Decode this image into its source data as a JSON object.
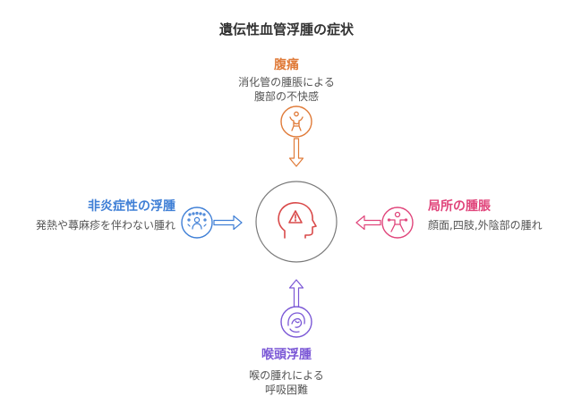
{
  "title": "遺伝性血管浮腫の症状",
  "colors": {
    "top": "#e07b39",
    "left": "#3f7fd6",
    "right": "#e0457b",
    "bottom": "#7b58d6",
    "center": "#d94a4a",
    "center_ring": "#7a7a7a"
  },
  "top": {
    "heading": "腹痛",
    "line1": "消化管の腫脹による",
    "line2": "腹部の不快感",
    "icon": "stomach-icon"
  },
  "left": {
    "heading": "非炎症性の浮腫",
    "desc": "発熱や蕁麻疹を伴わない腫れ",
    "icon": "people-group-icon"
  },
  "right": {
    "heading": "局所の腫脹",
    "desc": "顔面,四肢,外陰部の腫れ",
    "icon": "person-body-icon"
  },
  "bottom": {
    "heading": "喉頭浮腫",
    "line1": "喉の腫れによる",
    "line2": "呼吸困難",
    "icon": "throat-icon"
  },
  "center": {
    "icon": "head-warning-icon"
  }
}
